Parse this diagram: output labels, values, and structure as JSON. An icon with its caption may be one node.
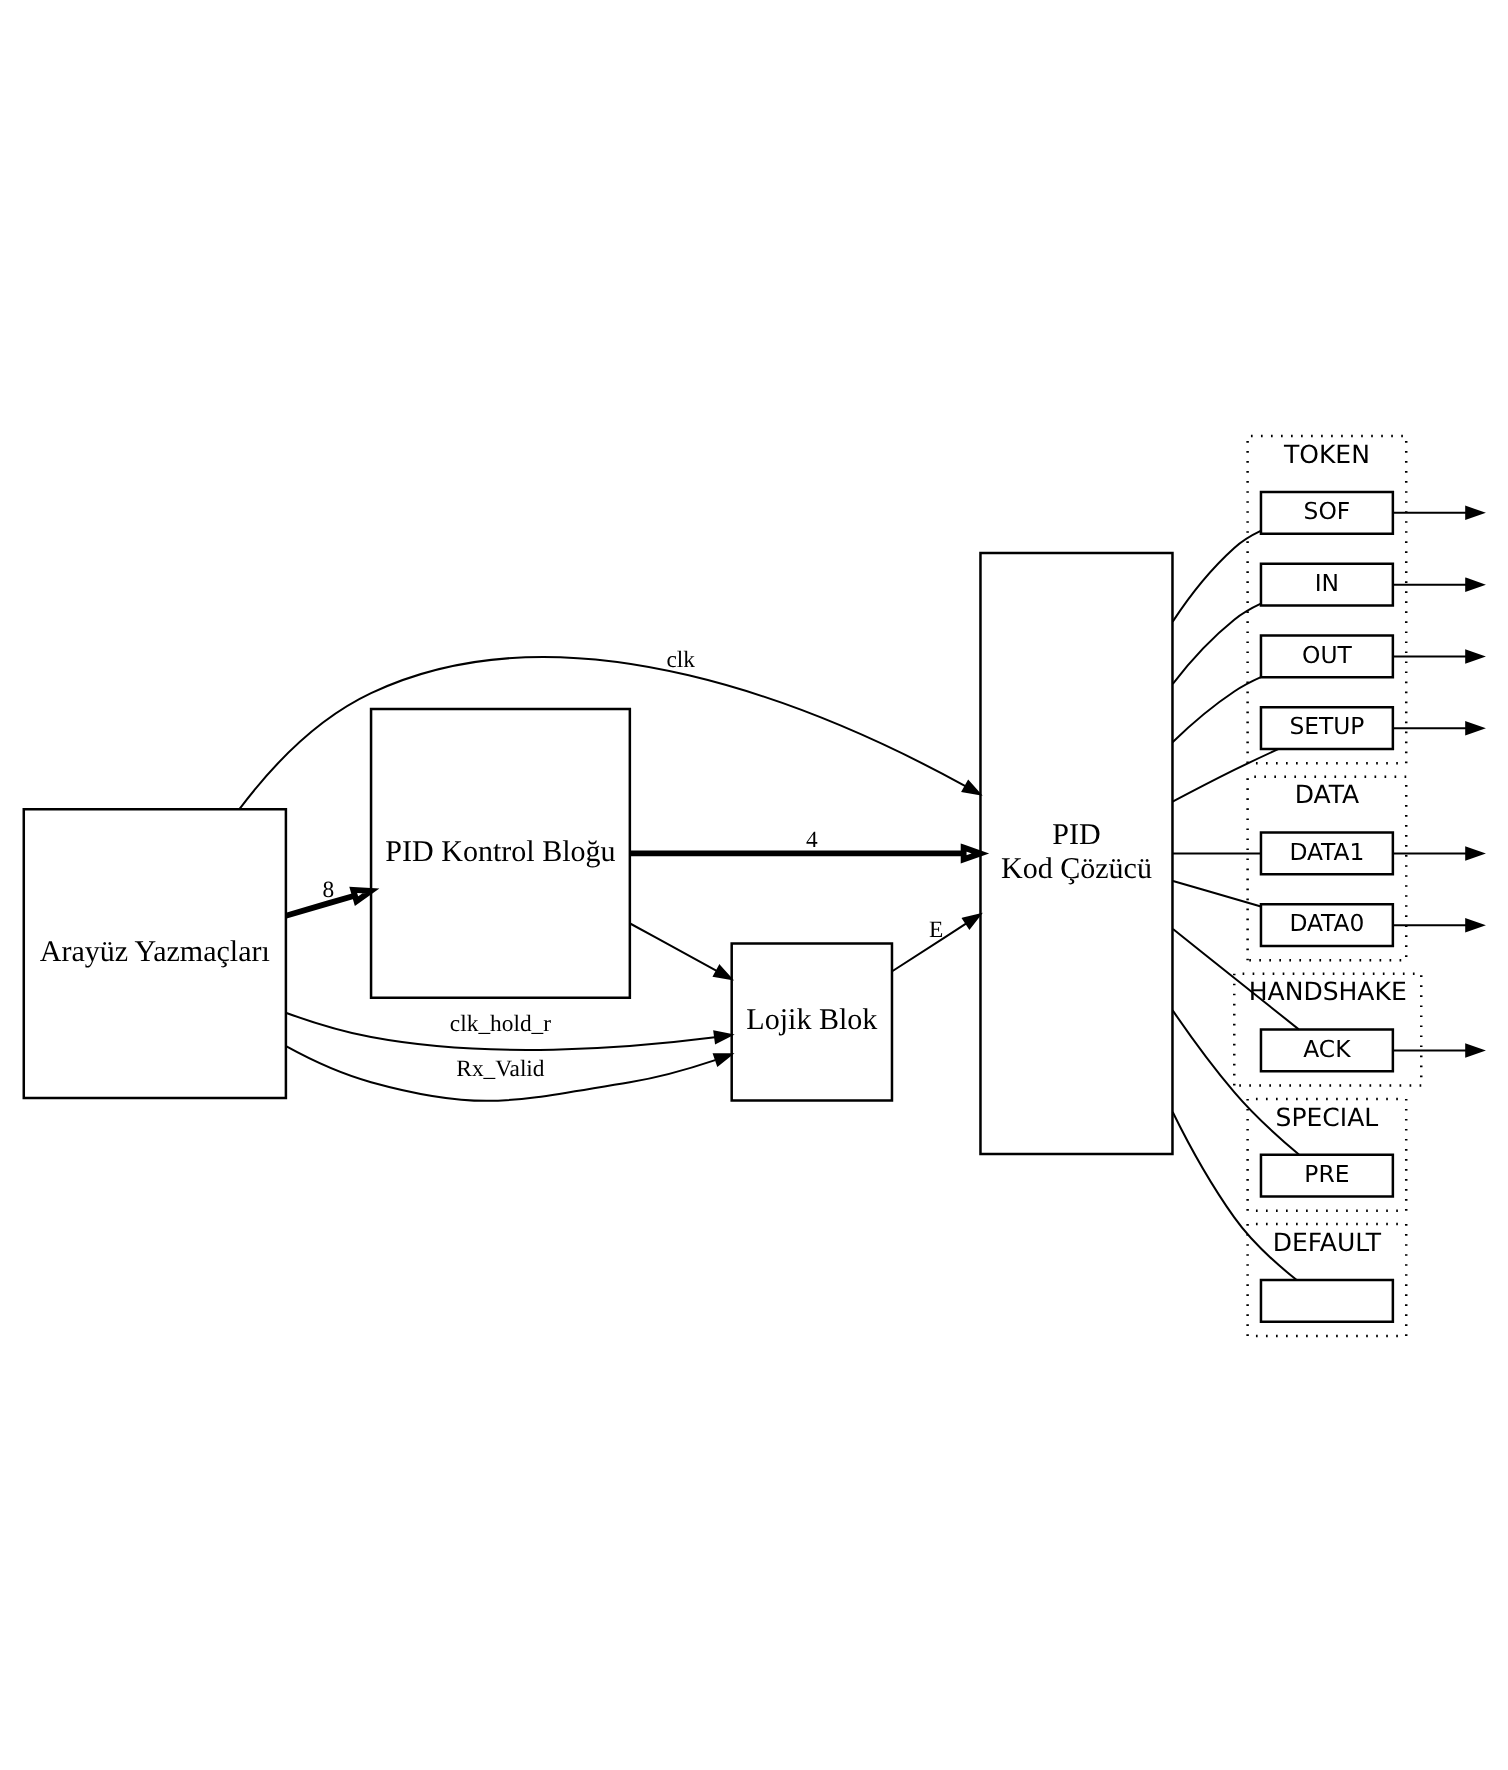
{
  "diagram": {
    "nodes": [
      {
        "text": [
          "Arayüz Yazmaçları"
        ]
      },
      {
        "text": [
          "PID Kontrol Bloğu"
        ]
      },
      {
        "text": [
          "PID",
          "Kod Çözücü"
        ]
      },
      {
        "text": [
          "TOKEN"
        ]
      },
      {
        "text": [
          "IN"
        ],
        "in": 3
      },
      {
        "text": [
          "OUT"
        ],
        "in": 3
      },
      {
        "text": [
          "SETUP"
        ],
        "in": 3
      },
      {
        "text": [
          "SOF"
        ],
        "in": 3
      },
      {
        "text": [
          "DATA"
        ]
      },
      {
        "text": [
          "DATA0"
        ],
        "in": 8
      },
      {
        "text": [
          "DATA1"
        ],
        "in": 8
      },
      {
        "text": [
          "HANDSHAKE"
        ]
      },
      {
        "text": [
          "ACK"
        ],
        "in": 11
      },
      {
        "text": [
          "SPECIAL"
        ]
      },
      {
        "text": [
          "PRE"
        ],
        "in": 13
      },
      {
        "text": [
          "DEFAULT"
        ]
      },
      {
        "text": [],
        "shape": "box",
        "in": 15
      },
      {
        "text": [
          "Lojik Blok"
        ]
      }
    ],
    "edges": [
      {
        "from": 0,
        "to": 1,
        "arrow": "to",
        "label": "8",
        "style": "thick"
      },
      {
        "from": 1,
        "to": 2,
        "arrow": "to",
        "label": "4",
        "style": "thick"
      },
      {
        "from": 0,
        "to": 2,
        "arrow": "to",
        "label": "clk"
      },
      {
        "from": 1,
        "to": 17,
        "arrow": "to"
      },
      {
        "from": 0,
        "to": 17,
        "arrow": "to",
        "label": "clk_hold_r"
      },
      {
        "from": 0,
        "to": 17,
        "arrow": "to",
        "label": "Rx_Valid"
      },
      {
        "from": 17,
        "to": 2,
        "arrow": "to",
        "label": "E"
      },
      {
        "from": 2,
        "to": 4,
        "arrow": "none"
      },
      {
        "from": 2,
        "to": 5,
        "arrow": "none"
      },
      {
        "from": 2,
        "to": 6,
        "arrow": "none"
      },
      {
        "from": 2,
        "to": 7,
        "arrow": "none"
      },
      {
        "from": 2,
        "to": 9,
        "arrow": "none"
      },
      {
        "from": 2,
        "to": 10,
        "arrow": "none"
      },
      {
        "from": 2,
        "to": 12,
        "arrow": "none"
      },
      {
        "from": 2,
        "to": 14,
        "arrow": "none"
      },
      {
        "from": 2,
        "to": 16,
        "arrow": "none"
      },
      {
        "from": 4,
        "to": null,
        "arrow": "to"
      },
      {
        "from": 5,
        "to": null,
        "arrow": "to"
      },
      {
        "from": 6,
        "to": null,
        "arrow": "to"
      },
      {
        "from": 7,
        "to": null,
        "arrow": "to"
      },
      {
        "from": 9,
        "to": null,
        "arrow": "to"
      },
      {
        "from": 10,
        "to": null,
        "arrow": "to"
      },
      {
        "from": 12,
        "to": null,
        "arrow": "to"
      }
    ]
  }
}
